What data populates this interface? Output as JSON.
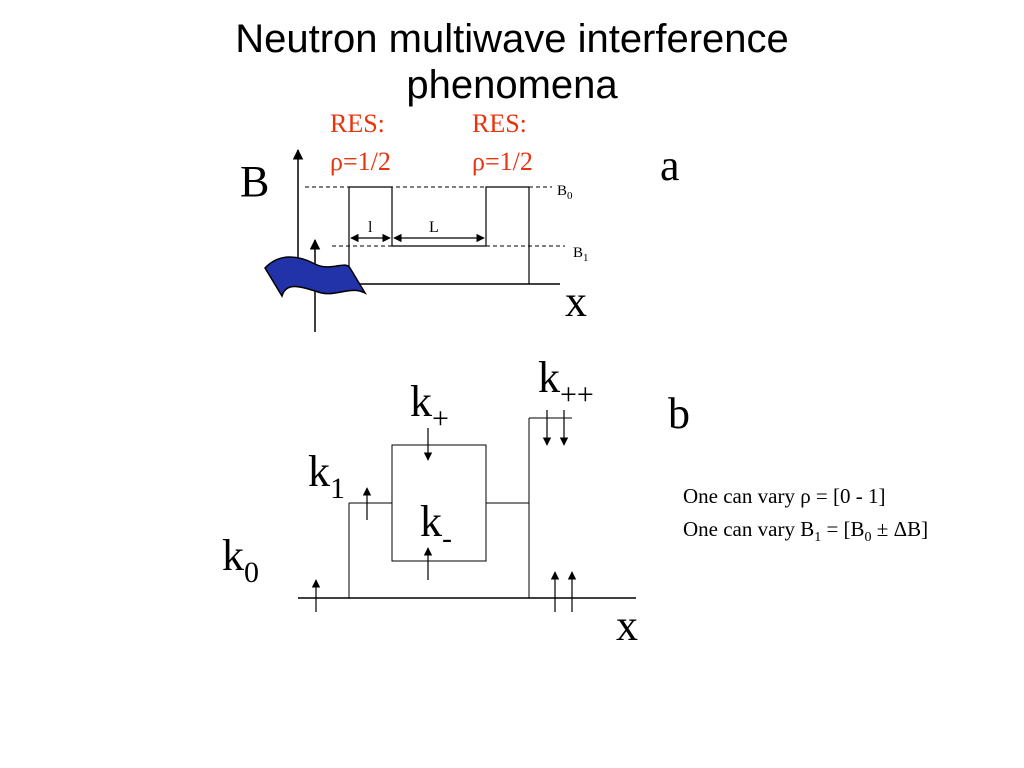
{
  "title": {
    "line1": "Neutron multiwave interference",
    "line2": "phenomena"
  },
  "panel_a": {
    "label": "a",
    "axis_y": "B",
    "axis_x": "x",
    "res_left": {
      "line1": "RES:",
      "line2": "ρ=1/2"
    },
    "res_right": {
      "line1": "RES:",
      "line2": "ρ=1/2"
    },
    "b0": {
      "base": "B",
      "sub": "0"
    },
    "b1": {
      "base": "B",
      "sub": "1"
    },
    "len_small": "l",
    "len_large": "L",
    "res_color": "#e8340c",
    "wave_color": "#2233aa"
  },
  "panel_b": {
    "label": "b",
    "axis_x": "x",
    "k0": {
      "base": "k",
      "sub": "0"
    },
    "k1": {
      "base": "k",
      "sub": "1"
    },
    "kplus": {
      "base": "k",
      "sub": "+"
    },
    "kminus": {
      "base": "k",
      "sub": "-"
    },
    "kplusplus": {
      "base": "k",
      "sub": "++"
    }
  },
  "notes": {
    "line1": "One can vary ρ = [0 - 1]",
    "line2": {
      "prefix": "One can vary B",
      "sub1": "1",
      "mid": " = [B",
      "sub2": "0",
      "suffix": " ± ΔB]"
    }
  }
}
